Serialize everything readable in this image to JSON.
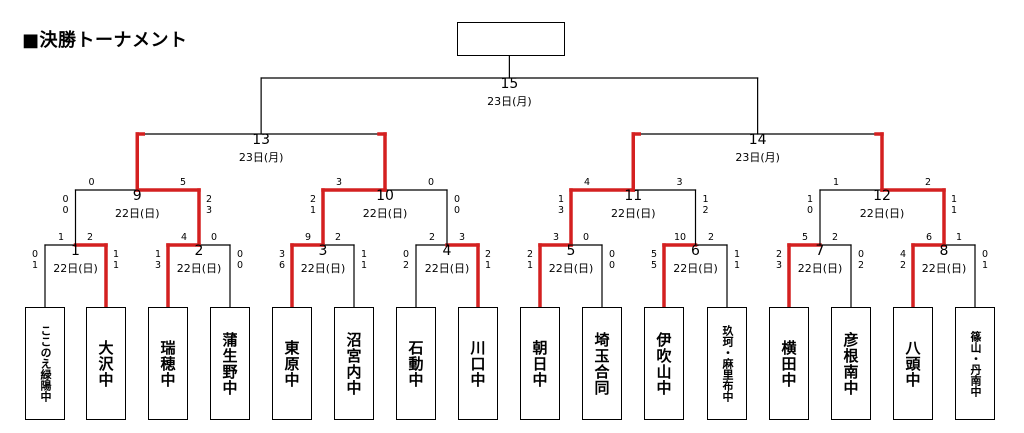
{
  "title": "■決勝トーナメント",
  "champion": "",
  "teams": [
    "ここのえ緑陽中",
    "大沢中",
    "瑞穂中",
    "蒲生野中",
    "東原中",
    "沼宮内中",
    "石動中",
    "川口中",
    "朝日中",
    "埼玉合同",
    "伊吹山中",
    "玖珂・麻里布中",
    "横田中",
    "彦根南中",
    "八頭中",
    "篠山・丹南中"
  ],
  "matches": {
    "m1": {
      "no": "1",
      "date": "22日(日)"
    },
    "m2": {
      "no": "2",
      "date": "22日(日)"
    },
    "m3": {
      "no": "3",
      "date": "22日(日)"
    },
    "m4": {
      "no": "4",
      "date": "22日(日)"
    },
    "m5": {
      "no": "5",
      "date": "22日(日)"
    },
    "m6": {
      "no": "6",
      "date": "22日(日)"
    },
    "m7": {
      "no": "7",
      "date": "22日(日)"
    },
    "m8": {
      "no": "8",
      "date": "22日(日)"
    },
    "m9": {
      "no": "9",
      "date": "22日(日)"
    },
    "m10": {
      "no": "10",
      "date": "22日(日)"
    },
    "m11": {
      "no": "11",
      "date": "22日(日)"
    },
    "m12": {
      "no": "12",
      "date": "22日(日)"
    },
    "m13": {
      "no": "13",
      "date": "23日(月)"
    },
    "m14": {
      "no": "14",
      "date": "23日(月)"
    },
    "m15": {
      "no": "15",
      "date": "23日(月)"
    }
  },
  "scores": {
    "m1": {
      "left": "1",
      "right": "2",
      "left_inn": "01",
      "right_inn": "11"
    },
    "m2": {
      "left": "4",
      "right": "0",
      "left_inn": "13",
      "right_inn": "00"
    },
    "m3": {
      "left": "9",
      "right": "2",
      "left_inn": "36",
      "right_inn": "11"
    },
    "m4": {
      "left": "2",
      "right": "3",
      "left_inn": "02",
      "right_inn": "21"
    },
    "m5": {
      "left": "3",
      "right": "0",
      "left_inn": "21",
      "right_inn": "00"
    },
    "m6": {
      "left": "10",
      "right": "2",
      "left_inn": "55",
      "right_inn": "11"
    },
    "m7": {
      "left": "5",
      "right": "2",
      "left_inn": "23",
      "right_inn": "02"
    },
    "m8": {
      "left": "6",
      "right": "1",
      "left_inn": "42",
      "right_inn": "01"
    },
    "m9": {
      "left": "0",
      "right": "5",
      "left_inn": "00",
      "right_inn": "23"
    },
    "m10": {
      "left": "3",
      "right": "0",
      "left_inn": "21",
      "right_inn": "00"
    },
    "m11": {
      "left": "4",
      "right": "3",
      "left_inn": "13",
      "right_inn": "12"
    },
    "m12": {
      "left": "1",
      "right": "2",
      "left_inn": "10",
      "right_inn": "11"
    }
  },
  "colors": {
    "line": "#000000",
    "winner": "#d42020"
  }
}
